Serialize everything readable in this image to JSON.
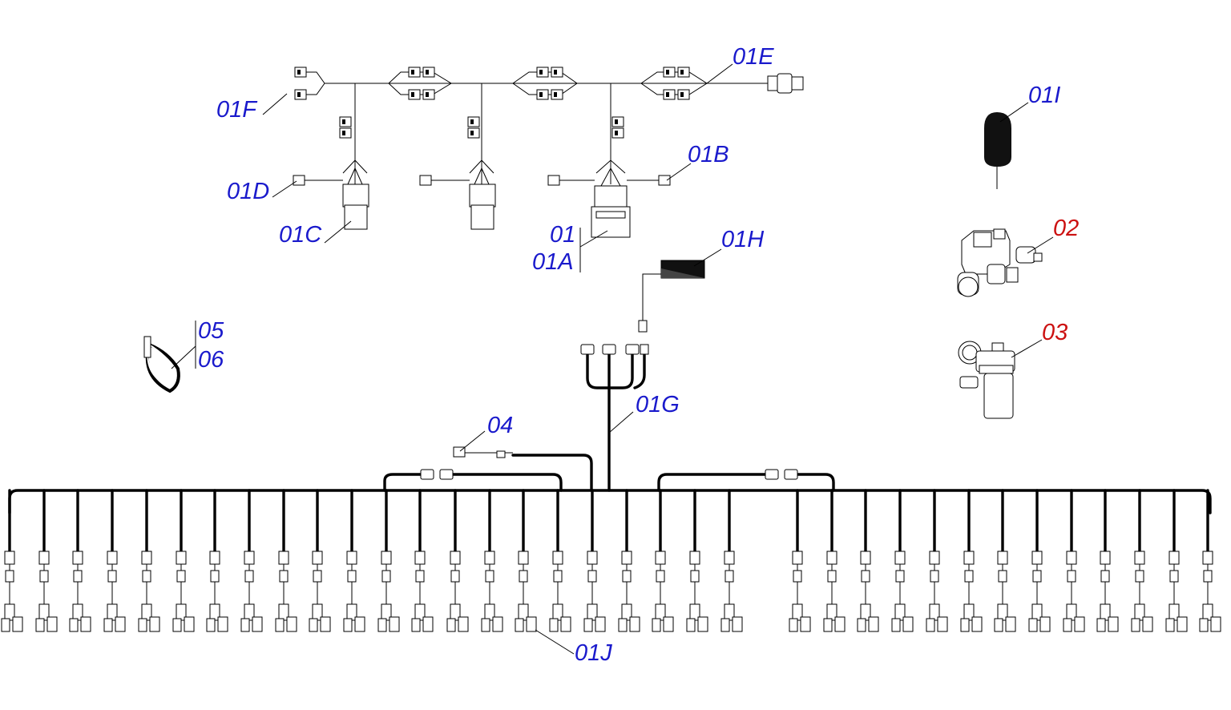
{
  "diagram": {
    "label_color": "#1a1acc",
    "highlight_color": "#cc1111",
    "labels": {
      "l01": "01",
      "l01A": "01A",
      "l01B": "01B",
      "l01C": "01C",
      "l01D": "01D",
      "l01E": "01E",
      "l01F": "01F",
      "l01G": "01G",
      "l01H": "01H",
      "l01I": "01I",
      "l01J": "01J",
      "l02": "02",
      "l03": "03",
      "l04": "04",
      "l05": "05",
      "l06": "06"
    }
  }
}
